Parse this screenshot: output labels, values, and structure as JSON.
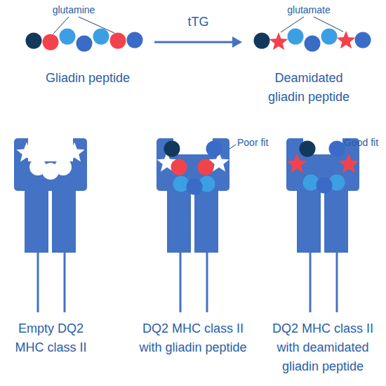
{
  "diagram": {
    "nodes": [
      {
        "text": [
          "Gliadin peptide"
        ]
      },
      {
        "text": [
          "Deamidated gliadin peptide"
        ]
      },
      {
        "text": [
          "Empty DQ2 MHC class II"
        ]
      },
      {
        "text": [
          "DQ2 MHC class II with gliadin peptide"
        ]
      },
      {
        "text": [
          "DQ2 MHC class II with deamidated gliadin peptide"
        ]
      }
    ],
    "edges": [
      {
        "from": 0,
        "to": 1,
        "label": "tTG",
        "arrow": "to"
      }
    ],
    "labels": [
      "glutamine",
      "glutamate",
      "Poor fit",
      "Good fit"
    ]
  }
}
